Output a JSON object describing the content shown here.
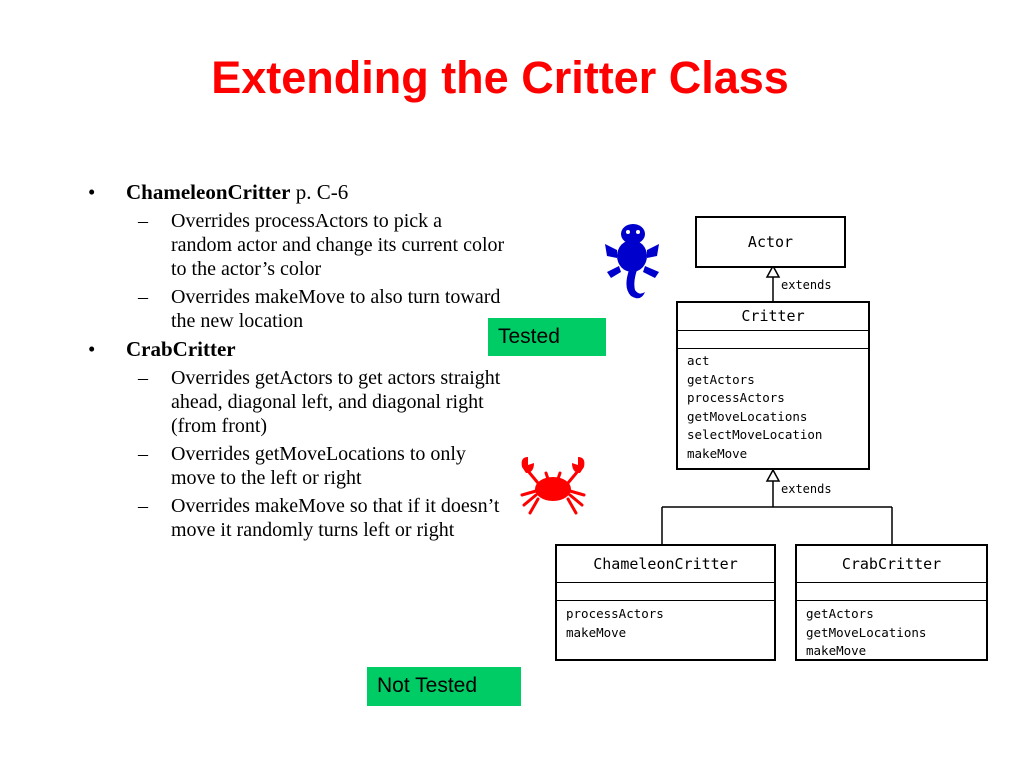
{
  "slide": {
    "title": "Extending the Critter Class"
  },
  "bullets": [
    {
      "name": "ChameleonCritter",
      "ref": " p. C-6",
      "subs": [
        "Overrides processActors to pick a random actor and change its current color to the actor’s color",
        "Overrides makeMove to also turn toward the new location"
      ]
    },
    {
      "name": "CrabCritter",
      "ref": "",
      "subs": [
        "Overrides getActors to get actors straight ahead, diagonal left, and diagonal right (from front)",
        "Overrides getMoveLocations to only move to the left or right",
        "Overrides makeMove so that if it doesn’t move it randomly turns left or right"
      ]
    }
  ],
  "bullet_glyph": "•",
  "dash_glyph": "–",
  "badges": {
    "tested": "Tested",
    "not_tested": "Not Tested"
  },
  "uml": {
    "actor": {
      "name": "Actor"
    },
    "critter": {
      "name": "Critter",
      "methods": [
        "act",
        "getActors",
        "processActors",
        "getMoveLocations",
        "selectMoveLocation",
        "makeMove"
      ]
    },
    "chameleon": {
      "name": "ChameleonCritter",
      "methods": [
        "processActors",
        "makeMove"
      ]
    },
    "crab": {
      "name": "CrabCritter",
      "methods": [
        "getActors",
        "getMoveLocations",
        "makeMove"
      ]
    },
    "extends_label_1": "extends",
    "extends_label_2": "extends"
  },
  "colors": {
    "title": "#ff0000",
    "badge": "#00cc66",
    "chameleon_icon": "#0000cc",
    "crab_icon": "#ff0000"
  },
  "icons": {
    "chameleon": "chameleon-icon",
    "crab": "crab-icon"
  }
}
